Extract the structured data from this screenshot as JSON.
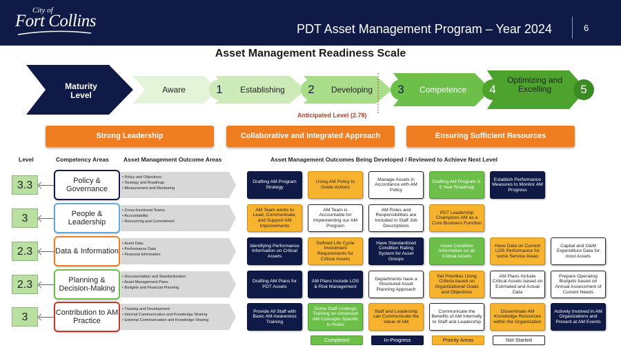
{
  "header": {
    "logo_small": "City of",
    "logo_big": "Fort Collins",
    "title": "PDT Asset Management Program – Year 2024",
    "page_number": "6"
  },
  "page_title": "Asset Management Readiness Scale",
  "scale": {
    "maturity_label": "Maturity Level",
    "stages": [
      "Aware",
      "Establishing",
      "Developing",
      "Competence",
      "Optimizing and Excelling"
    ],
    "numbers": [
      "1",
      "2",
      "3",
      "4",
      "5"
    ],
    "anticipated": "Anticipated Level (2.78)",
    "anticipated_value": 2.78
  },
  "themes": [
    "Strong Leadership",
    "Collaborative and Integrated Approach",
    "Ensuring Sufficient Resources"
  ],
  "column_headers": {
    "level": "Level",
    "competency": "Competency Areas",
    "outcome_areas": "Asset Management Outcome Areas",
    "outcomes": "Asset Management Outcomes Being Developed / Reviewed to Achieve Next Level"
  },
  "rows": [
    {
      "level": "3.3",
      "competency": "Policy & Governance",
      "border": "#0f1b46",
      "areas": [
        "• Policy and Objectives",
        "• Strategy and Roadmap",
        "• Measurement and Monitoring"
      ],
      "outcomes": [
        {
          "text": "Drafting AM Program Strategy",
          "status": "inprogress"
        },
        {
          "text": "Using AM Policy to Guide Actions",
          "status": "priority"
        },
        {
          "text": "Manage Assets in Accordance with AM Policy",
          "status": "notstarted"
        },
        {
          "text": "Drafting AM Program 3-5 Year Roadmap",
          "status": "completed"
        },
        {
          "text": "Establish Performance Measures to Monitor AM Progress",
          "status": "inprogress"
        }
      ]
    },
    {
      "level": "3",
      "competency": "People & Leadership",
      "border": "#5ea9dd",
      "areas": [
        "• Cross-functional Teams",
        "• Accountability",
        "• Resourcing and Commitment"
      ],
      "outcomes": [
        {
          "text": "AM Team works to Lead, Communicate, and Support AM Improvements",
          "status": "priority"
        },
        {
          "text": "AM Team is Accountable for Implementing our AM Program",
          "status": "notstarted"
        },
        {
          "text": "AM Roles and Responsibilities are Included in Staff Job Descriptions",
          "status": "notstarted"
        },
        {
          "text": "PDT Leadership Champions AM as a Core Business Function",
          "status": "priority"
        }
      ]
    },
    {
      "level": "2.3",
      "competency": "Data & Information",
      "border": "#ef7d22",
      "areas": [
        "• Asset Data",
        "• Performance Data",
        "• Financial Information"
      ],
      "outcomes": [
        {
          "text": "Identifying Performance Information on Critical Assets",
          "status": "inprogress"
        },
        {
          "text": "Defined Life Cycle Investment Requirements for Critical Assets",
          "status": "priority"
        },
        {
          "text": "Have Standardized Condition Rating System for Asset Groups",
          "status": "inprogress"
        },
        {
          "text": "Asset Condition Information on all Critical Assets",
          "status": "completed"
        },
        {
          "text": "Have Data on Current LOS Performance for some Service Areas",
          "status": "priority"
        },
        {
          "text": "Capital and O&M Expenditure Data for most Assets",
          "status": "notstarted"
        }
      ]
    },
    {
      "level": "2.3",
      "competency": "Planning & Decision-Making",
      "border": "#6cc04a",
      "areas": [
        "• Documentation and Standardization",
        "• Asset Management Plans",
        "• Budgets and Financial Planning"
      ],
      "outcomes": [
        {
          "text": "Drafting AM Plans for PDT Assets",
          "status": "inprogress"
        },
        {
          "text": "AM Plans Include LOS & Risk Management",
          "status": "inprogress"
        },
        {
          "text": "Departments have a Structured Asset Planning Approach",
          "status": "notstarted"
        },
        {
          "text": "Set Priorities Using Criteria based on Organizational Goals and Objectives",
          "status": "priority"
        },
        {
          "text": "AM Plans Include Critical Assets based on Estimated and Actual Data",
          "status": "notstarted"
        },
        {
          "text": "Prepare Operating Budgets based on Annual Assessment of Current Needs",
          "status": "notstarted"
        }
      ]
    },
    {
      "level": "3",
      "competency": "Contribution to AM Practice",
      "border": "#c0392b",
      "areas": [
        "• Training and Development",
        "• Internal Communication and Knowledge Sharing",
        "• External Communication and Knowledge Sharing"
      ],
      "outcomes": [
        {
          "text": "Provide All Staff with Basic AM Awareness Training",
          "status": "inprogress"
        },
        {
          "text": "Some Staff Undergo Training on Advanced AM Concepts Specific to Roles",
          "status": "completed"
        },
        {
          "text": "Staff and Leadership can Communicate the Value of AM",
          "status": "priority"
        },
        {
          "text": "Communicate the Benefits of AM Internally to Staff and Leadership",
          "status": "notstarted"
        },
        {
          "text": "Disseminate AM Knowledge Resources within the Organization",
          "status": "priority"
        },
        {
          "text": "Actively Involved in AM Organizations and Present at AM Events",
          "status": "inprogress"
        }
      ]
    }
  ],
  "legend": [
    {
      "label": "Completed",
      "status": "completed"
    },
    {
      "label": "In-Progress",
      "status": "inprogress"
    },
    {
      "label": "Priority Areas",
      "status": "priority"
    },
    {
      "label": "Not Started",
      "status": "notstarted"
    }
  ],
  "colors": {
    "navy": "#0f1b46",
    "completed": "#6cc04a",
    "priority": "#f7b22e",
    "theme_orange": "#ef7d22"
  }
}
